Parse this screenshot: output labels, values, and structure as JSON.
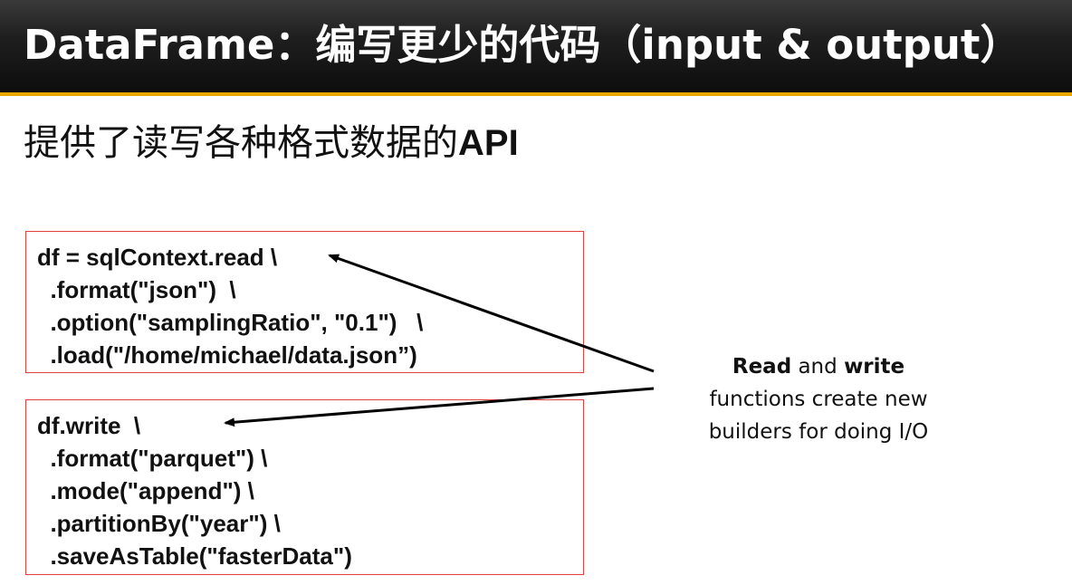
{
  "slide": {
    "title": "DataFrame：编写更少的代码（input & output）",
    "subtitle_text": "提供了读写各种格式数据的",
    "subtitle_api": "API"
  },
  "read_code": {
    "lines": [
      "df = sqlContext.read \\",
      "  .format(\"json\")  \\",
      "  .option(\"samplingRatio\", \"0.1\")   \\",
      "  .load(\"/home/michael/data.json”)"
    ]
  },
  "write_code": {
    "lines": [
      "df.write  \\",
      "  .format(\"parquet\") \\",
      "  .mode(\"append\") \\",
      "  .partitionBy(\"year\") \\",
      "  .saveAsTable(\"fasterData\")"
    ]
  },
  "callout": {
    "read_word": "Read",
    "and_word": " and ",
    "write_word": "write",
    "line2": "functions create new",
    "line3": "builders for doing I/O"
  },
  "colors": {
    "box_border": "#e4403a",
    "title_bar": "#1f1f1f",
    "accent_stripe": "#e8a800"
  }
}
